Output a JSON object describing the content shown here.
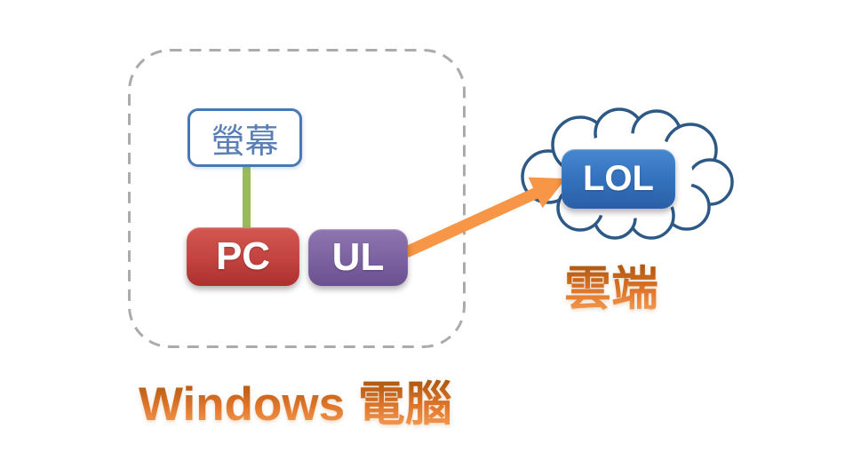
{
  "groups": {
    "computer": {
      "label": "Windows 電腦",
      "nodes": {
        "screen": {
          "label": "螢幕"
        },
        "pc": {
          "label": "PC"
        },
        "ul": {
          "label": "UL"
        }
      }
    },
    "cloud": {
      "label": "雲端",
      "nodes": {
        "lol": {
          "label": "LOL"
        }
      }
    }
  },
  "connections": [
    {
      "from": "螢幕",
      "to": "PC",
      "style": "green-line"
    },
    {
      "from": "UL",
      "to": "LOL",
      "style": "orange-arrow"
    }
  ],
  "colors": {
    "screen_border": "#4879B6",
    "screen_text": "#5B7FB4",
    "pc_fill": "#C24340",
    "ul_fill": "#7C61A0",
    "lol_fill": "#3370BC",
    "connector_green": "#9BBB59",
    "arrow_orange": "#F79646",
    "cloud_outline": "#2D5986",
    "dashed_border": "#ABABAB",
    "label_orange": "#E07B28"
  }
}
